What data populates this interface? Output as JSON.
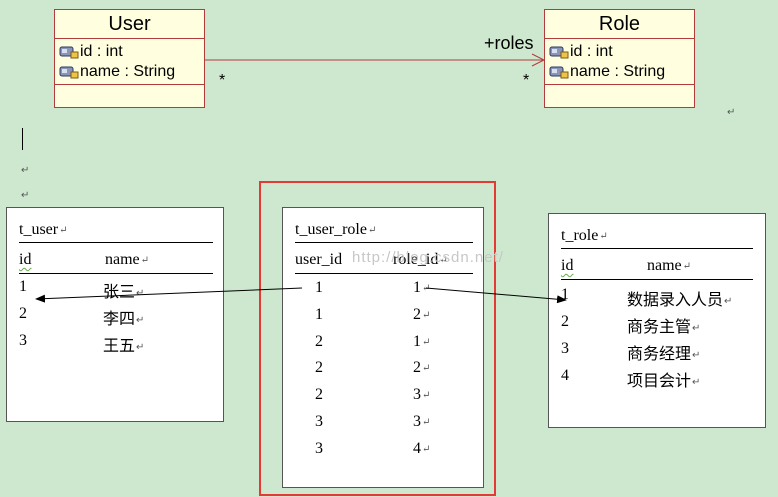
{
  "uml": {
    "user": {
      "title": "User",
      "attrs": [
        "id : int",
        "name : String"
      ]
    },
    "role": {
      "title": "Role",
      "attrs": [
        "id : int",
        "name : String"
      ]
    },
    "association": {
      "role_label": "+roles",
      "mult_left": "*",
      "mult_right": "*"
    }
  },
  "tables": {
    "t_user": {
      "name": "t_user",
      "headers": [
        "id",
        "name"
      ],
      "rows": [
        [
          "1",
          "张三"
        ],
        [
          "2",
          "李四"
        ],
        [
          "3",
          "王五"
        ]
      ]
    },
    "t_user_role": {
      "name": "t_user_role",
      "headers": [
        "user_id",
        "role_id"
      ],
      "rows": [
        [
          "1",
          "1"
        ],
        [
          "1",
          "2"
        ],
        [
          "2",
          "1"
        ],
        [
          "2",
          "2"
        ],
        [
          "2",
          "3"
        ],
        [
          "3",
          "3"
        ],
        [
          "3",
          "4"
        ]
      ]
    },
    "t_role": {
      "name": "t_role",
      "headers": [
        "id",
        "name"
      ],
      "rows": [
        [
          "1",
          "数据录入人员"
        ],
        [
          "2",
          "商务主管"
        ],
        [
          "3",
          "商务经理"
        ],
        [
          "4",
          "项目会计"
        ]
      ]
    }
  },
  "watermark": "http://blog.csdn.net/",
  "colors": {
    "background": "#cde8cf",
    "uml_fill": "#ffffe0",
    "uml_border": "#b23b3b",
    "highlight": "#e53935"
  },
  "icons": [
    "field-icon",
    "return-mark-icon",
    "text-cursor"
  ]
}
